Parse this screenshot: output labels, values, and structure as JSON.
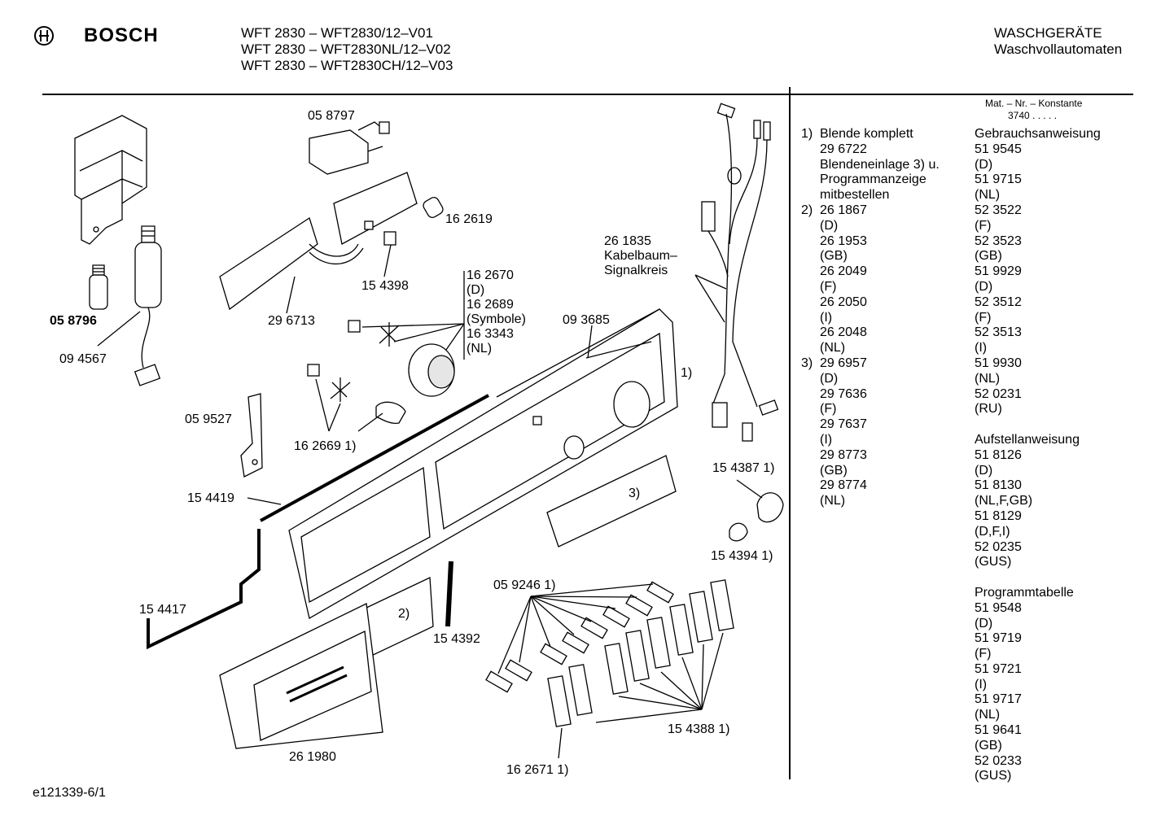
{
  "header": {
    "brand": "BOSCH",
    "models": [
      "WFT 2830 – WFT2830/12–V01",
      "WFT 2830 – WFT2830NL/12–V02",
      "WFT 2830 – WFT2830CH/12–V03"
    ],
    "category": "WASCHGERÄTE",
    "subcategory": "Waschvollautomaten"
  },
  "footer": {
    "doc_id": "e121339-6/1"
  },
  "part_labels": {
    "p058797": "05 8797",
    "p162619": "16 2619",
    "p154398": "15 4398",
    "p296713": "29 6713",
    "p058796": "05 8796",
    "p094567": "09 4567",
    "p162670_group": [
      "16 2670",
      "(D)",
      "16 2689",
      "(Symbole)",
      "16 3343",
      "(NL)"
    ],
    "p093685": "09 3685",
    "p261835": [
      "26 1835",
      "Kabelbaum–",
      "Signalkreis"
    ],
    "ref1": "1)",
    "p059527": "05 9527",
    "p162669": "16 2669 1)",
    "p154387": "15 4387 1)",
    "ref3": "3)",
    "p154419": "15 4419",
    "p154394": "15 4394 1)",
    "p059246": "05 9246 1)",
    "p154417": "15 4417",
    "ref2": "2)",
    "p154392": "15 4392",
    "p154388": "15 4388 1)",
    "p261980": "26 1980",
    "p162671": "16 2671 1)"
  },
  "sidebar": {
    "mat_header": "Mat. – Nr. – Konstante",
    "mat_value": "3740  .  .  .  .  .",
    "notes": [
      {
        "num": "1)",
        "text": "Blende komplett"
      },
      {
        "num": "",
        "text": "29 6722"
      },
      {
        "num": "",
        "text": "Blendeneinlage 3) u."
      },
      {
        "num": "",
        "text": "Programmanzeige"
      },
      {
        "num": "",
        "text": "mitbestellen"
      },
      {
        "num": "2)",
        "text": "26 1867"
      },
      {
        "num": "",
        "text": "(D)"
      },
      {
        "num": "",
        "text": "26 1953"
      },
      {
        "num": "",
        "text": "(GB)"
      },
      {
        "num": "",
        "text": "26 2049"
      },
      {
        "num": "",
        "text": "(F)"
      },
      {
        "num": "",
        "text": "26 2050"
      },
      {
        "num": "",
        "text": "(I)"
      },
      {
        "num": "",
        "text": "26 2048"
      },
      {
        "num": "",
        "text": "(NL)"
      },
      {
        "num": "3)",
        "text": "29 6957"
      },
      {
        "num": "",
        "text": "(D)"
      },
      {
        "num": "",
        "text": "29 7636"
      },
      {
        "num": "",
        "text": "(F)"
      },
      {
        "num": "",
        "text": "29 7637"
      },
      {
        "num": "",
        "text": "(I)"
      },
      {
        "num": "",
        "text": "29 8773"
      },
      {
        "num": "",
        "text": "(GB)"
      },
      {
        "num": "",
        "text": "29 8774"
      },
      {
        "num": "",
        "text": "(NL)"
      }
    ],
    "docs": [
      "Gebrauchsanweisung",
      "51 9545",
      "(D)",
      "51 9715",
      "(NL)",
      "52 3522",
      "(F)",
      "52 3523",
      "(GB)",
      "51 9929",
      "(D)",
      "52 3512",
      "(F)",
      "52 3513",
      "(I)",
      "51 9930",
      "(NL)",
      "52 0231",
      "(RU)",
      "",
      "Aufstellanweisung",
      "51 8126",
      "(D)",
      "51 8130",
      "(NL,F,GB)",
      "51 8129",
      "(D,F,I)",
      "52 0235",
      "(GUS)",
      "",
      "Programmtabelle",
      "51 9548",
      "(D)",
      "51 9719",
      "(F)",
      "51 9721",
      "(I)",
      "51 9717",
      "(NL)",
      "51 9641",
      "(GB)",
      "52 0233",
      "(GUS)"
    ]
  },
  "colors": {
    "ink": "#000000",
    "paper": "#ffffff",
    "fill": "#e6e6e6"
  }
}
